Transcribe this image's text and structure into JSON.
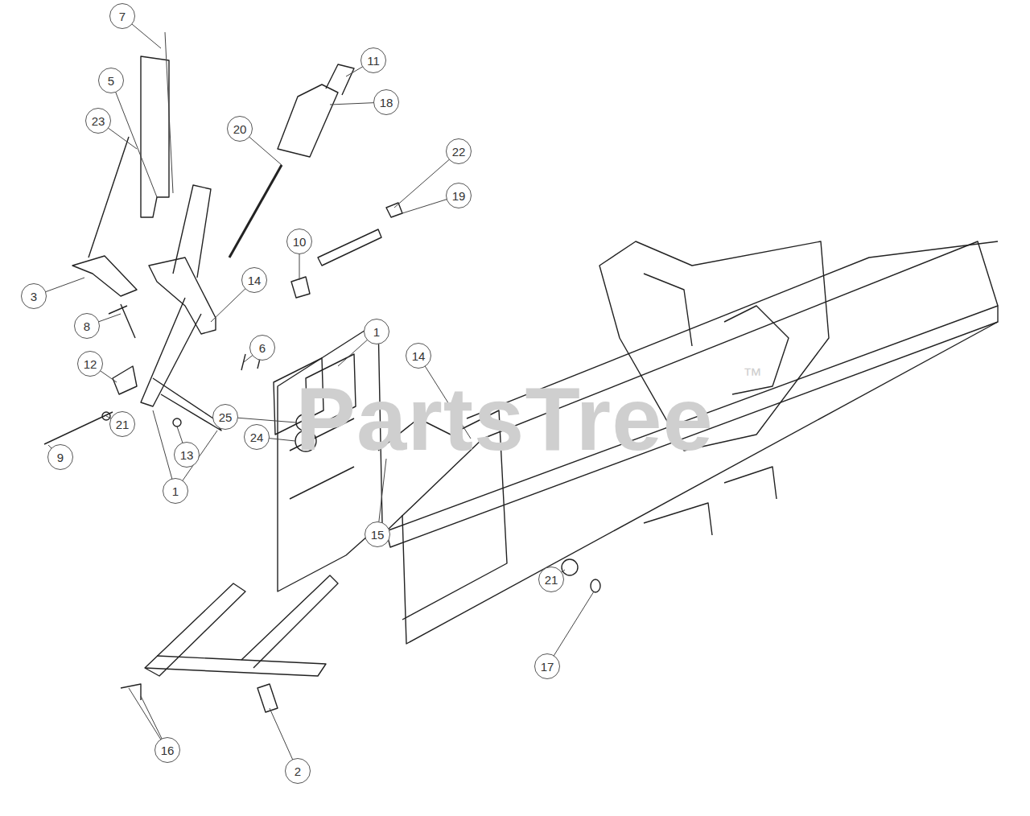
{
  "diagram": {
    "labels": [
      "7",
      "5",
      "23",
      "20",
      "11",
      "18",
      "22",
      "19",
      "10",
      "3",
      "8",
      "14",
      "12",
      "6",
      "1",
      "21",
      "9",
      "13",
      "1",
      "25",
      "24",
      "14",
      "15",
      "21",
      "17",
      "16",
      "2",
      "PartsTree",
      "™"
    ]
  }
}
